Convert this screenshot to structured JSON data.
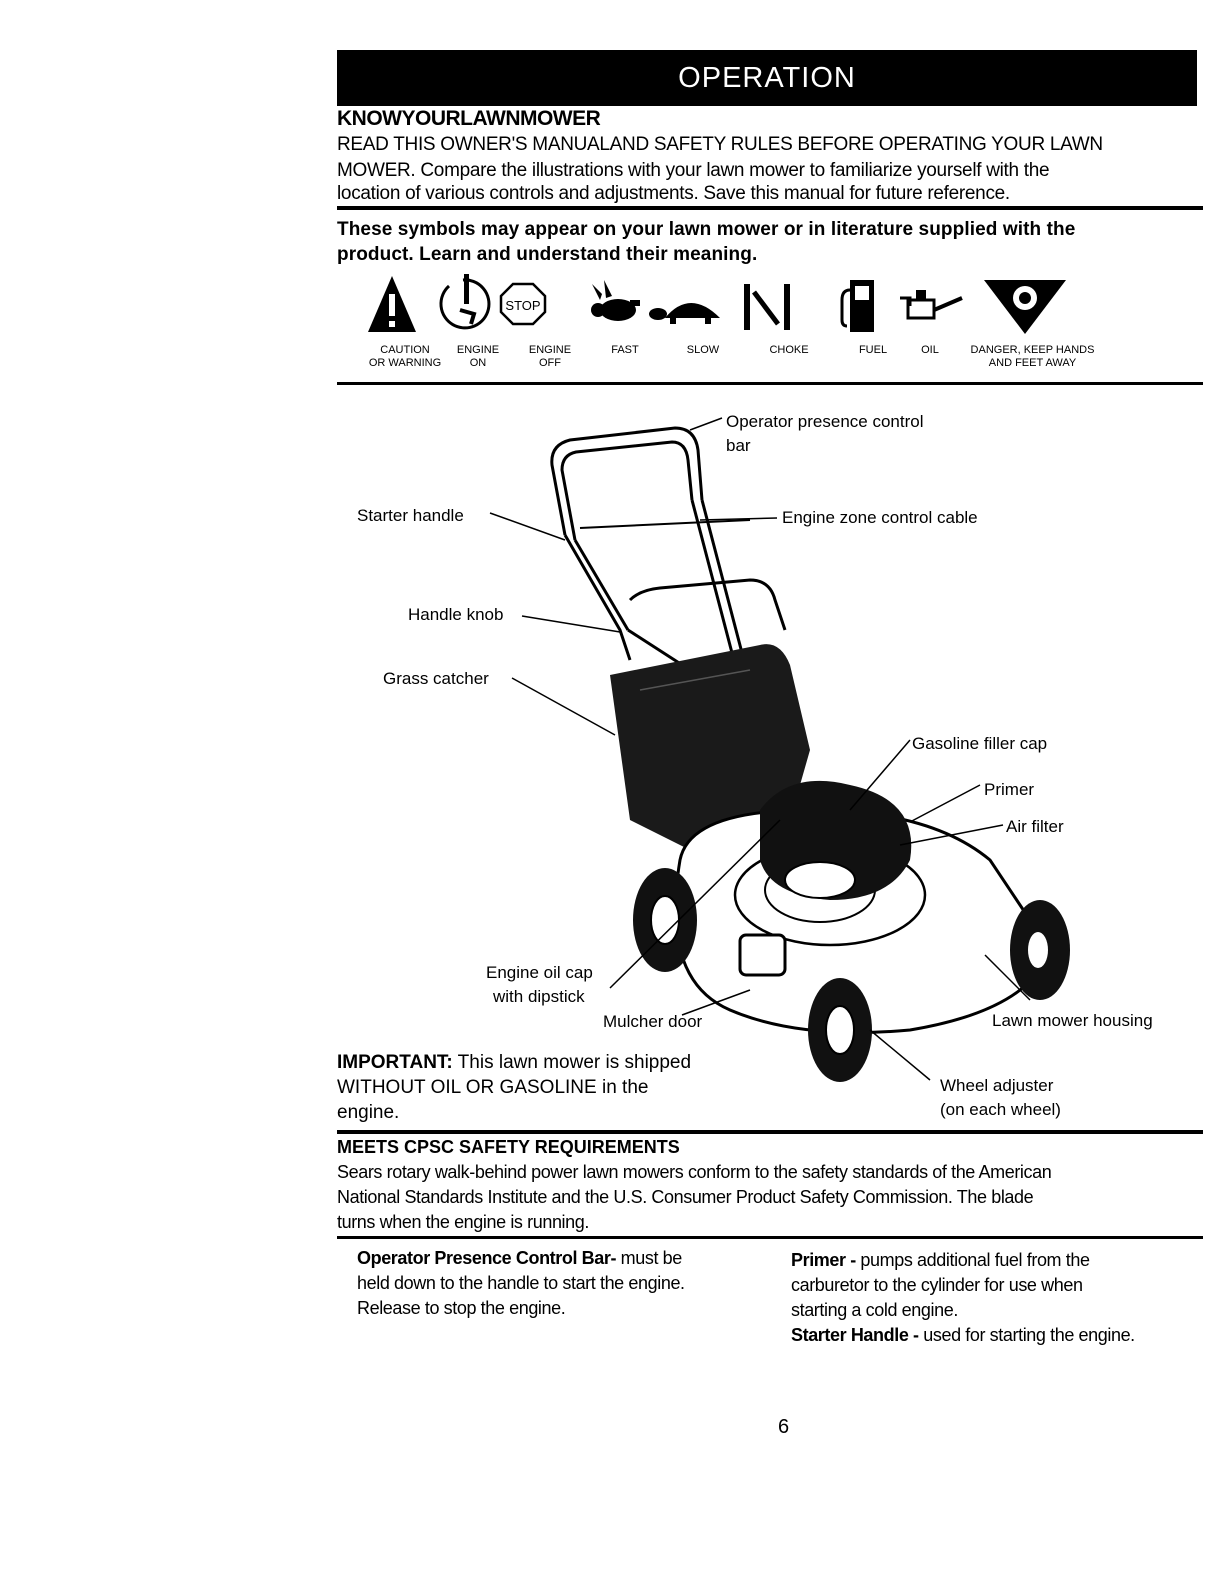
{
  "header": {
    "title": "OPERATION"
  },
  "section": {
    "title": "KNOWYOURLAWNMOWER",
    "intro_lines": [
      "READ THIS OWNER'S MANUALAND SAFETY RULES BEFORE OPERATING YOUR LAWN",
      "MOWER.  Compare the illustrations with your lawn mower to familiarize yourself with the",
      "location of various controls and adjustments.  Save this manual for future reference."
    ]
  },
  "symbols": {
    "intro_lines": [
      "These symbols  may appear on your lawn mower or in literature supplied with the",
      "product.  Learn and understand their meaning."
    ],
    "items": [
      {
        "icon": "caution-warning-icon",
        "line1": "CAUTION",
        "line2": "OR WARNING"
      },
      {
        "icon": "engine-on-icon",
        "line1": "ENGINE",
        "line2": "ON"
      },
      {
        "icon": "engine-off-icon",
        "line1": "ENGINE",
        "line2": "OFF",
        "sign": "STOP"
      },
      {
        "icon": "fast-rabbit-icon",
        "line1": "FAST",
        "line2": ""
      },
      {
        "icon": "slow-turtle-icon",
        "line1": "SLOW",
        "line2": ""
      },
      {
        "icon": "choke-icon",
        "line1": "CHOKE",
        "line2": ""
      },
      {
        "icon": "fuel-pump-icon",
        "line1": "FUEL",
        "line2": ""
      },
      {
        "icon": "oil-can-icon",
        "line1": "OIL",
        "line2": ""
      },
      {
        "icon": "danger-hands-feet-icon",
        "line1": "DANGER, KEEP HANDS",
        "line2": "AND FEET AWAY"
      }
    ]
  },
  "diagram": {
    "labels": {
      "presence_bar_1": "Operator presence control",
      "presence_bar_2": "bar",
      "starter_handle": "Starter handle",
      "zone_cable": "Engine zone control cable",
      "handle_knob": "Handle knob",
      "grass_catcher": "Grass catcher",
      "filler_cap": "Gasoline filler cap",
      "primer": "Primer",
      "air_filter": "Air filter",
      "oil_cap_1": "Engine oil cap",
      "oil_cap_2": "with dipstick",
      "mulcher_door": "Mulcher door",
      "housing": "Lawn mower housing",
      "wheel_adjuster_1": "Wheel adjuster",
      "wheel_adjuster_2": "(on each wheel)"
    }
  },
  "important": {
    "label": "IMPORTANT:",
    "line1": " This lawn mower is shipped",
    "line2": "WITHOUT OIL OR GASOLINE  in the",
    "line3": "engine."
  },
  "cpsc": {
    "title": "MEETS CPSC SAFETY REQUIREMENTS",
    "lines": [
      "Sears rotary walk-behind power lawn mowers conform to the safety standards of the American",
      "National Standards Institute and the U.S. Consumer Product Safety Commission.  The blade",
      "turns when the engine is running."
    ]
  },
  "descriptions": {
    "opc_term": "Operator Presence Control Bar-",
    "opc_line1": " must  be",
    "opc_line2": "held down to the handle to start the engine.",
    "opc_line3": "Release to stop the engine.",
    "primer_term": "Primer -",
    "primer_line1": " pumps additional fuel from the",
    "primer_line2": "carburetor to the cylinder for use when",
    "primer_line3": "starting a cold engine.",
    "starter_term": "Starter Handle -",
    "starter_text": " used for starting the engine."
  },
  "footer": {
    "page_number": "6"
  }
}
